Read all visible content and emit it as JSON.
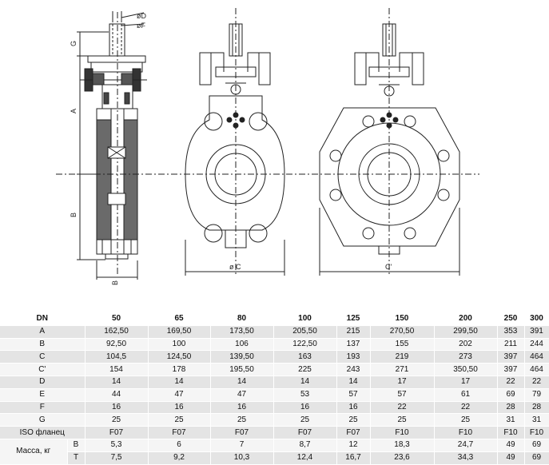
{
  "drawing": {
    "dims": {
      "dD": "øD",
      "dF": "øF",
      "G": "G",
      "A": "A",
      "B_left": "B",
      "B_bottom": "B",
      "C": "ø C",
      "C_prime": "C'"
    }
  },
  "table": {
    "header": {
      "label": "DN",
      "values": [
        "50",
        "65",
        "80",
        "100",
        "125",
        "150",
        "200",
        "250",
        "300"
      ]
    },
    "rows": [
      {
        "label": "A",
        "values": [
          "162,50",
          "169,50",
          "173,50",
          "205,50",
          "215",
          "270,50",
          "299,50",
          "353",
          "391"
        ]
      },
      {
        "label": "B",
        "values": [
          "92,50",
          "100",
          "106",
          "122,50",
          "137",
          "155",
          "202",
          "211",
          "244"
        ]
      },
      {
        "label": "C",
        "values": [
          "104,5",
          "124,50",
          "139,50",
          "163",
          "193",
          "219",
          "273",
          "397",
          "464"
        ]
      },
      {
        "label": "C'",
        "values": [
          "154",
          "178",
          "195,50",
          "225",
          "243",
          "271",
          "350,50",
          "397",
          "464"
        ]
      },
      {
        "label": "D",
        "values": [
          "14",
          "14",
          "14",
          "14",
          "14",
          "17",
          "17",
          "22",
          "22"
        ]
      },
      {
        "label": "E",
        "values": [
          "44",
          "47",
          "47",
          "53",
          "57",
          "57",
          "61",
          "69",
          "79"
        ]
      },
      {
        "label": "F",
        "values": [
          "16",
          "16",
          "16",
          "16",
          "16",
          "22",
          "22",
          "28",
          "28"
        ]
      },
      {
        "label": "G",
        "values": [
          "25",
          "25",
          "25",
          "25",
          "25",
          "25",
          "25",
          "31",
          "31"
        ]
      },
      {
        "label": "ISO фланец",
        "values": [
          "F07",
          "F07",
          "F07",
          "F07",
          "F07",
          "F10",
          "F10",
          "F10",
          "F10"
        ]
      }
    ],
    "mass": {
      "label": "Масса, кг",
      "rows": [
        {
          "sublabel": "В",
          "values": [
            "5,3",
            "6",
            "7",
            "8,7",
            "12",
            "18,3",
            "24,7",
            "49",
            "69"
          ]
        },
        {
          "sublabel": "Т",
          "values": [
            "7,5",
            "9,2",
            "10,3",
            "12,4",
            "16,7",
            "23,6",
            "34,3",
            "49",
            "69"
          ]
        }
      ]
    }
  }
}
